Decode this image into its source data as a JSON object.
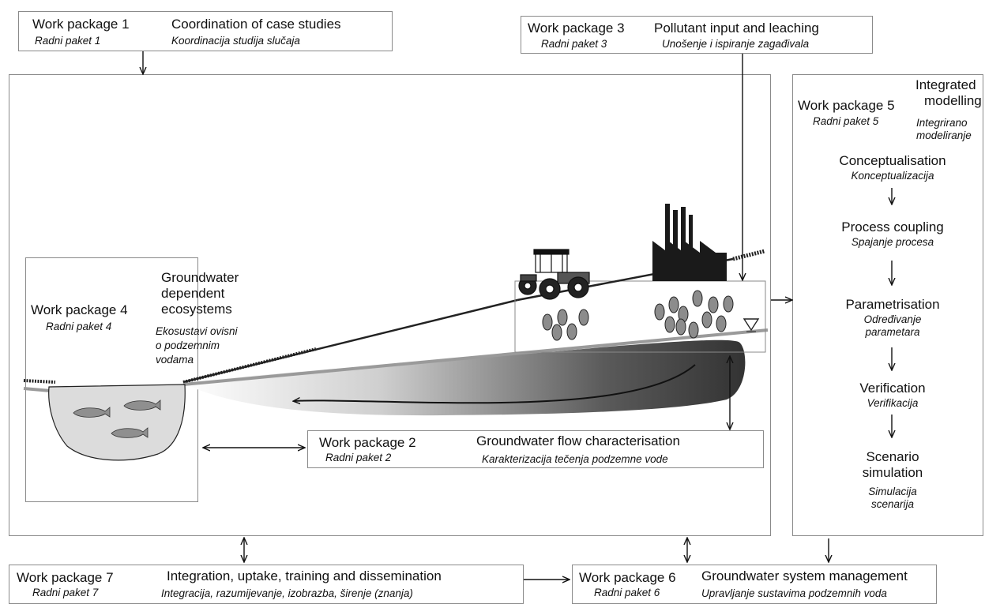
{
  "wp1": {
    "title": "Work package 1",
    "subtitle": "Radni paket 1",
    "topic": "Coordination of case studies",
    "topic_hr": "Koordinacija studija slučaja"
  },
  "wp3": {
    "title": "Work package 3",
    "subtitle": "Radni paket 3",
    "topic": "Pollutant input and leaching",
    "topic_hr": "Unošenje i ispiranje zagađivala"
  },
  "wp4": {
    "title": "Work package 4",
    "subtitle": "Radni paket 4",
    "topic_lines": [
      "Groundwater",
      "dependent",
      "ecosystems"
    ],
    "topic_hr_lines": [
      "Ekosustavi ovisni",
      "o podzemnim",
      "vodama"
    ]
  },
  "wp2": {
    "title": "Work package 2",
    "subtitle": "Radni paket 2",
    "topic": "Groundwater flow characterisation",
    "topic_hr": "Karakterizacija tečenja podzemne vode"
  },
  "wp5": {
    "title": "Work package 5",
    "subtitle": "Radni paket 5",
    "topic_lines": [
      "Integrated",
      "modelling"
    ],
    "topic_hr_lines": [
      "Integrirano",
      "modeliranje"
    ],
    "steps": [
      {
        "en": [
          "Conceptualisation"
        ],
        "hr": [
          "Konceptualizacija"
        ]
      },
      {
        "en": [
          "Process coupling"
        ],
        "hr": [
          "Spajanje procesa"
        ]
      },
      {
        "en": [
          "Parametrisation"
        ],
        "hr": [
          "Određivanje",
          "parametara"
        ]
      },
      {
        "en": [
          "Verification"
        ],
        "hr": [
          "Verifikacija"
        ]
      },
      {
        "en": [
          "Scenario",
          "simulation"
        ],
        "hr": [
          "Simulacija",
          "scenarija"
        ]
      }
    ]
  },
  "wp7": {
    "title": "Work package 7",
    "subtitle": "Radni paket 7",
    "topic": "Integration, uptake, training and dissemination",
    "topic_hr": "Integracija, razumijevanje, izobrazba, širenje (znanja)"
  },
  "wp6": {
    "title": "Work package 6",
    "subtitle": "Radni paket 6",
    "topic": "Groundwater system management",
    "topic_hr": "Upravljanje sustavima podzemnih voda"
  },
  "colors": {
    "border": "#8a8a8a",
    "line": "#111111",
    "plume_dark": "#3a3a3a",
    "lake_fill": "#dcdcdc",
    "particle": "#8c8c8c"
  },
  "icons": [
    "tractor-icon",
    "factory-icon",
    "fish-icon",
    "water-table-triangle-icon"
  ]
}
